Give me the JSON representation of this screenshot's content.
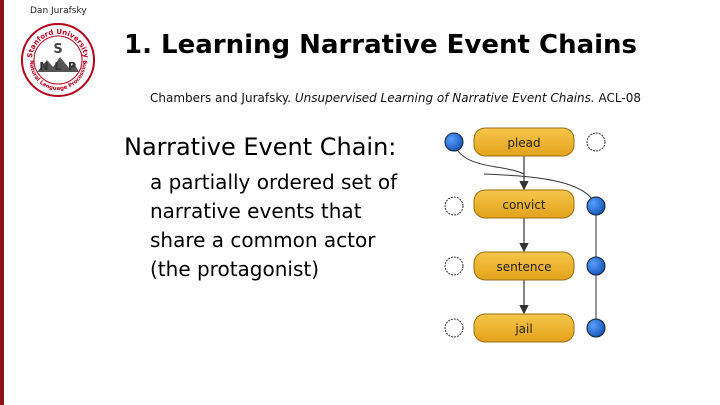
{
  "header": {
    "author": "Dan Jurafsky"
  },
  "logo": {
    "top_text": "Stanford University",
    "bottom_text": "Natural Language Processing",
    "letters": [
      "S",
      "N",
      "L",
      "P"
    ],
    "color": "#b3001b"
  },
  "slide": {
    "title": "1. Learning Narrative Event Chains",
    "citation_authors": "Chambers and Jurafsky. ",
    "citation_title": "Unsupervised Learning of Narrative Event Chains.",
    "citation_venue": " ACL-08",
    "heading": "Narrative Event Chain",
    "heading_colon": ":",
    "definition": "a partially ordered set of narrative events that share a common actor (the protagonist)"
  },
  "diagram": {
    "events": [
      "plead",
      "convict",
      "sentence",
      "jail"
    ],
    "colors": {
      "event_fill": "#f0b429",
      "filled_node": "#1f6fd6",
      "empty_node": "#ffffff"
    }
  }
}
